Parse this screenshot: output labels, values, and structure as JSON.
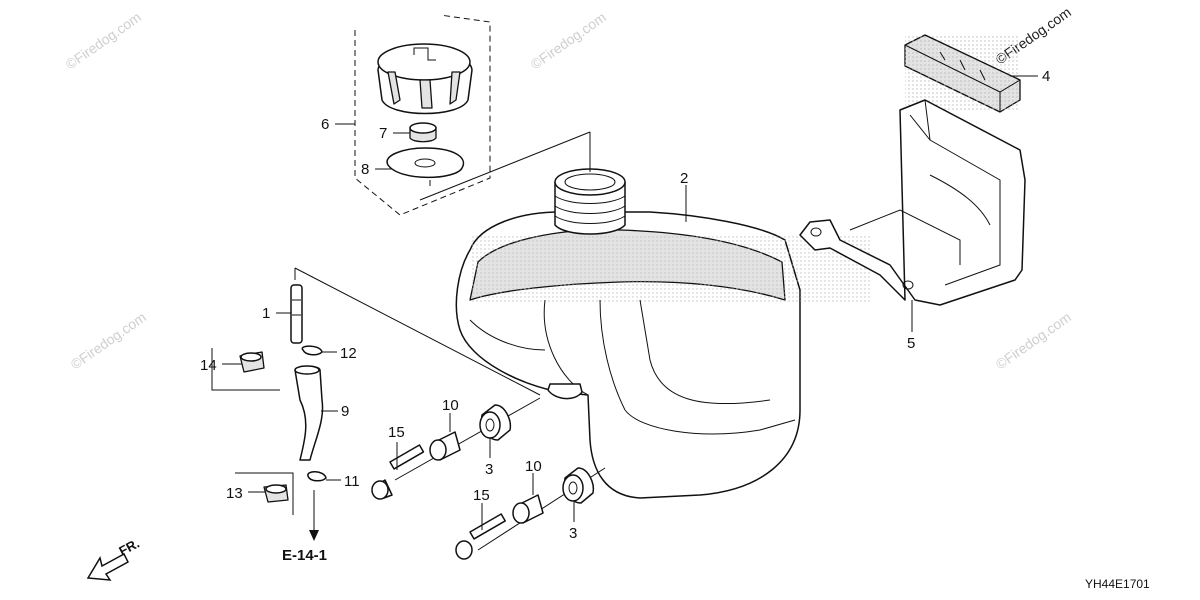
{
  "watermark": {
    "text": "©Firedog.com"
  },
  "callouts": [
    {
      "id": "c1",
      "text": "1"
    },
    {
      "id": "c2",
      "text": "2"
    },
    {
      "id": "c3a",
      "text": "3"
    },
    {
      "id": "c3b",
      "text": "3"
    },
    {
      "id": "c4",
      "text": "4"
    },
    {
      "id": "c5",
      "text": "5"
    },
    {
      "id": "c6",
      "text": "6"
    },
    {
      "id": "c7",
      "text": "7"
    },
    {
      "id": "c8",
      "text": "8"
    },
    {
      "id": "c9",
      "text": "9"
    },
    {
      "id": "c10a",
      "text": "10"
    },
    {
      "id": "c10b",
      "text": "10"
    },
    {
      "id": "c11",
      "text": "11"
    },
    {
      "id": "c12",
      "text": "12"
    },
    {
      "id": "c13",
      "text": "13"
    },
    {
      "id": "c14",
      "text": "14"
    },
    {
      "id": "c15a",
      "text": "15"
    },
    {
      "id": "c15b",
      "text": "15"
    }
  ],
  "reference": {
    "text": "E-14-1"
  },
  "front_marker": {
    "text": "FR."
  },
  "drawing_code": {
    "text": "YH44E1701"
  }
}
